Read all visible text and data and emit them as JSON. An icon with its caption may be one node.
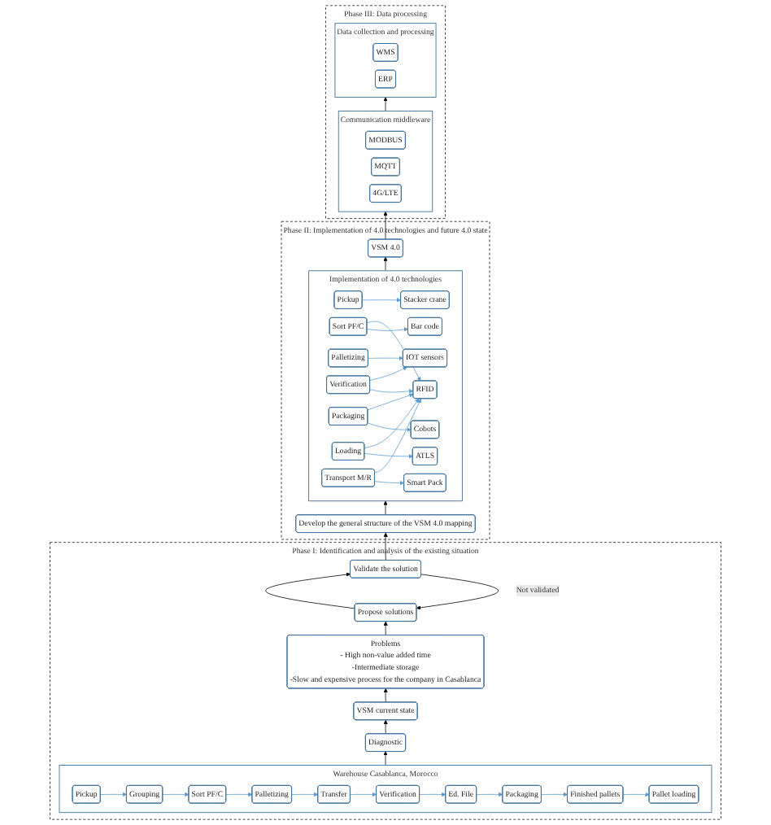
{
  "diagram": {
    "nodes": [
      {
        "text": [
          "Phase III: Data processing"
        ]
      },
      {
        "text": [
          "Data collection and processing"
        ],
        "in": 0
      },
      {
        "text": [
          "WMS"
        ],
        "in": 1
      },
      {
        "text": [
          "ERP"
        ],
        "in": 1
      },
      {
        "text": [
          "Communication middleware"
        ],
        "in": 0
      },
      {
        "text": [
          "MODBUS"
        ],
        "in": 4
      },
      {
        "text": [
          "MQTT"
        ],
        "in": 4
      },
      {
        "text": [
          "4G/LTE"
        ],
        "in": 4
      },
      {
        "text": [
          "Phase II: Implementation of 4.0 technologies and future 4.0 state"
        ]
      },
      {
        "text": [
          "VSM 4.0"
        ],
        "in": 8
      },
      {
        "text": [
          "Implementation of 4.0 technologies"
        ],
        "in": 8
      },
      {
        "text": [
          "Pickup"
        ],
        "in": 10
      },
      {
        "text": [
          "Sort PF/C"
        ],
        "in": 10
      },
      {
        "text": [
          "Palletizing"
        ],
        "in": 10
      },
      {
        "text": [
          "Verification"
        ],
        "in": 10
      },
      {
        "text": [
          "Packaging"
        ],
        "in": 10
      },
      {
        "text": [
          "Loading"
        ],
        "in": 10
      },
      {
        "text": [
          "Transport M/R"
        ],
        "in": 10
      },
      {
        "text": [
          "Stacker crane"
        ],
        "in": 10
      },
      {
        "text": [
          "RFID"
        ],
        "in": 10
      },
      {
        "text": [
          "Bar code"
        ],
        "in": 10
      },
      {
        "text": [
          "IOT sensors"
        ],
        "in": 10
      },
      {
        "text": [
          "ATLS"
        ],
        "in": 10
      },
      {
        "text": [
          "Smart Pack"
        ],
        "in": 10
      },
      {
        "text": [
          "Cobots"
        ],
        "in": 10
      },
      {
        "text": [
          "Develop the general structure of the VSM 4.0 mapping"
        ],
        "in": 8
      },
      {
        "text": [
          "Phase I: Identification and analysis of the existing situation"
        ]
      },
      {
        "text": [
          "Validate the solution"
        ],
        "in": 26
      },
      {
        "text": [
          "Propose solutions"
        ],
        "in": 26
      },
      {
        "text": [
          "Problems",
          "- High non-value added time",
          "-Intermediate storage",
          "-Slow and expensive process for the company in Casablanca"
        ],
        "in": 26
      },
      {
        "text": [
          "Diagnostic"
        ],
        "in": 26
      },
      {
        "text": [
          "VSM current state"
        ],
        "in": 26
      },
      {
        "text": [
          "Warehouse Casablanca, Morocco"
        ],
        "in": 26
      },
      {
        "text": [
          "Pickup"
        ],
        "in": 32
      },
      {
        "text": [
          "Grouping"
        ],
        "in": 32
      },
      {
        "text": [
          "Sort PF/C"
        ],
        "in": 32
      },
      {
        "text": [
          "Palletizing"
        ],
        "in": 32
      },
      {
        "text": [
          "Transfer"
        ],
        "in": 32
      },
      {
        "text": [
          "Verification"
        ],
        "in": 32
      },
      {
        "text": [
          "Ed. File"
        ],
        "in": 32
      },
      {
        "text": [
          "Packaging"
        ],
        "in": 32
      },
      {
        "text": [
          "Finished pallets"
        ],
        "in": 32
      },
      {
        "text": [
          "Pallet loading"
        ],
        "in": 32
      }
    ],
    "edges": [
      {
        "from": 4,
        "to": 1,
        "arrow": "to",
        "color": "#000000"
      },
      {
        "from": 9,
        "to": 4,
        "arrow": "to",
        "color": "#000000"
      },
      {
        "from": 10,
        "to": 9,
        "arrow": "to",
        "color": "#000000"
      },
      {
        "from": 11,
        "to": 18,
        "arrow": "to"
      },
      {
        "from": 12,
        "to": 19,
        "arrow": "to"
      },
      {
        "from": 12,
        "to": 20,
        "arrow": "to"
      },
      {
        "from": 13,
        "to": 21,
        "arrow": "to"
      },
      {
        "from": 14,
        "to": 21,
        "arrow": "to"
      },
      {
        "from": 14,
        "to": 19,
        "arrow": "to"
      },
      {
        "from": 15,
        "to": 19,
        "arrow": "to"
      },
      {
        "from": 15,
        "to": 24,
        "arrow": "to"
      },
      {
        "from": 16,
        "to": 19,
        "arrow": "to"
      },
      {
        "from": 16,
        "to": 22,
        "arrow": "to"
      },
      {
        "from": 17,
        "to": 19,
        "arrow": "to"
      },
      {
        "from": 17,
        "to": 23,
        "arrow": "to"
      },
      {
        "from": 25,
        "to": 10,
        "arrow": "to",
        "color": "#000000"
      },
      {
        "from": 27,
        "to": 25,
        "arrow": "to",
        "color": "#000000"
      },
      {
        "from": 28,
        "to": 27,
        "arrow": "to",
        "color": "#000000"
      },
      {
        "from": 29,
        "to": 28,
        "arrow": "to",
        "color": "#000000"
      },
      {
        "from": 27,
        "to": 28,
        "arrow": "to",
        "label": "Not validated",
        "color": "#000000"
      },
      {
        "from": 30,
        "to": 31,
        "arrow": "to",
        "color": "#000000"
      },
      {
        "from": 31,
        "to": 29,
        "arrow": "to",
        "color": "#000000"
      },
      {
        "from": 32,
        "to": 30,
        "arrow": "to",
        "color": "#000000"
      },
      {
        "from": 33,
        "to": 34,
        "arrow": "to"
      },
      {
        "from": 34,
        "to": 35,
        "arrow": "to"
      },
      {
        "from": 35,
        "to": 36,
        "arrow": "to"
      },
      {
        "from": 36,
        "to": 37,
        "arrow": "to"
      },
      {
        "from": 37,
        "to": 38,
        "arrow": "to"
      },
      {
        "from": 38,
        "to": 39,
        "arrow": "to"
      },
      {
        "from": 39,
        "to": 40,
        "arrow": "to"
      },
      {
        "from": 40,
        "to": 41,
        "arrow": "to"
      },
      {
        "from": 41,
        "to": 42,
        "arrow": "to"
      }
    ]
  }
}
